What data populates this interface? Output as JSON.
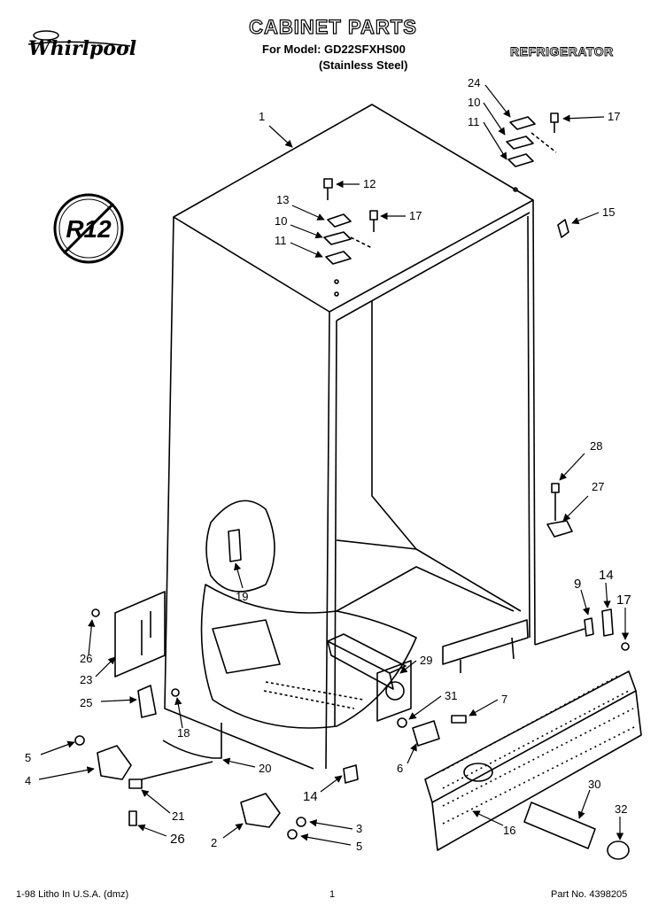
{
  "header": {
    "title": "CABINET PARTS",
    "model_line": "For Model: GD22SFXHS00",
    "finish_line": "(Stainless Steel)",
    "product": "REFRIGERATOR",
    "brand": "Whirlpool",
    "badge": "R12"
  },
  "footer": {
    "left": "1-98 Litho In U.S.A. (dmz)",
    "page": "1",
    "part_no": "Part No. 4398205"
  },
  "labels": {
    "l1": "1",
    "l24": "24",
    "l10a": "10",
    "l11a": "11",
    "l17a": "17",
    "l12": "12",
    "l13": "13",
    "l10b": "10",
    "l11b": "11",
    "l17b": "17",
    "l15": "15",
    "l28": "28",
    "l27": "27",
    "l19": "19",
    "l9": "9",
    "l14a": "14",
    "l17c": "17",
    "l26a": "26",
    "l23": "23",
    "l29": "29",
    "l31": "31",
    "l7": "7",
    "l25": "25",
    "l18": "18",
    "l5a": "5",
    "l4": "4",
    "l20": "20",
    "l6": "6",
    "l14b": "14",
    "l21": "21",
    "l26b": "26",
    "l30": "30",
    "l32": "32",
    "l16": "16",
    "l2": "2",
    "l3": "3",
    "l5b": "5"
  }
}
